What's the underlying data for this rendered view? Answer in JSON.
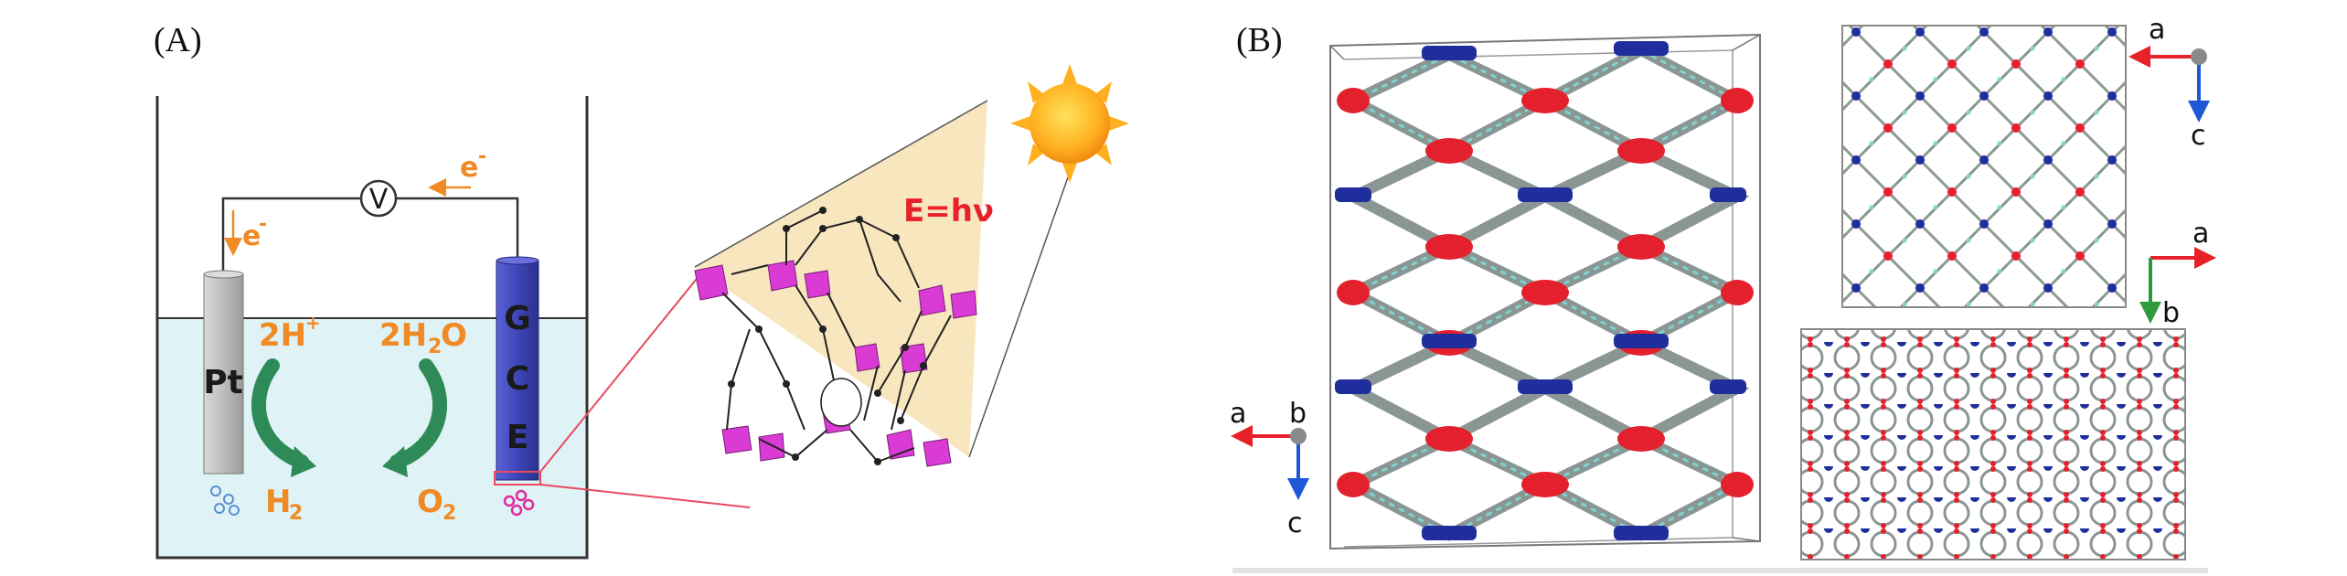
{
  "panels": {
    "a_label": "(A)",
    "b_label": "(B)"
  },
  "cell": {
    "voltmeter": "V",
    "electron_top": "e",
    "electron_left": "e",
    "electron_sup": "-",
    "pt_electrode": "Pt",
    "gce_letters": [
      "G",
      "C",
      "E"
    ],
    "reaction_left": "2H",
    "reaction_left_sup": "+",
    "reaction_right": "2H",
    "reaction_right_sub": "2",
    "reaction_right_tail": "O",
    "product_left": "H",
    "product_left_sub": "2",
    "product_right": "O",
    "product_right_sub": "2"
  },
  "light": {
    "equation": "E=hν"
  },
  "axes": {
    "main": {
      "h": "a",
      "v": "c",
      "dot": "b"
    },
    "top_right": {
      "h": "a",
      "v": "c"
    },
    "mid_right": {
      "h": "a",
      "v": "b"
    }
  },
  "colors": {
    "orange": "#f08a24",
    "electrolyte": "#dff2f6",
    "pt": "#bdbdbd",
    "gce": "#3e45b8",
    "magenta": "#d93bd4",
    "green_arrow": "#2e8b57",
    "red_atom": "#e3202c",
    "blue_atom": "#1f2e9c",
    "grey_bond": "#7f8c8a",
    "cyan_h": "#7fd3d0"
  }
}
